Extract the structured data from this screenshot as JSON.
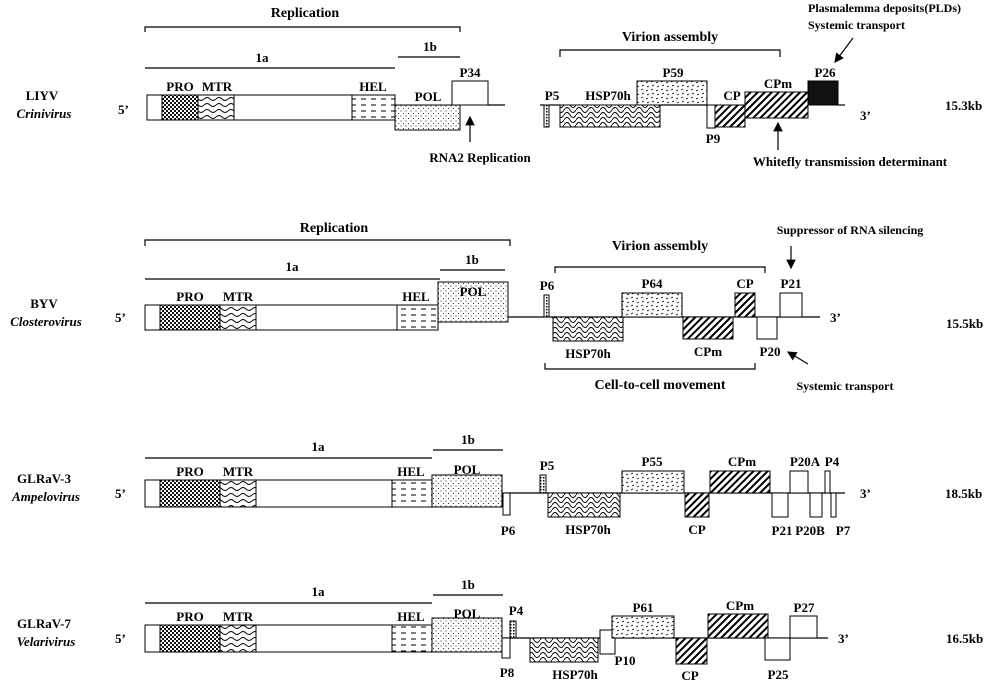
{
  "genomes": [
    {
      "name": "LIYV",
      "genus": "Crinivirus",
      "size": "15.3kb",
      "five_prime": "5’",
      "three_prime": "3’",
      "domains": {
        "pro": "PRO",
        "mtr": "MTR",
        "hel": "HEL",
        "pol": "POL"
      },
      "labels": {
        "replication": "Replication",
        "1a": "1a",
        "1b": "1b",
        "p34": "P34",
        "virion": "Virion assembly",
        "p5": "P5",
        "hsp70h": "HSP70h",
        "p59": "P59",
        "p9": "P9",
        "cp": "CP",
        "cpm": "CPm",
        "p26": "P26"
      },
      "annotations": {
        "pld": "Plasmalemma deposits(PLDs)",
        "systemic": "Systemic transport",
        "rna2": "RNA2 Replication",
        "whitefly": "Whitefly transmission determinant"
      }
    },
    {
      "name": "BYV",
      "genus": "Closterovirus",
      "size": "15.5kb",
      "five_prime": "5’",
      "three_prime": "3’",
      "domains": {
        "pro": "PRO",
        "mtr": "MTR",
        "hel": "HEL",
        "pol": "POL"
      },
      "labels": {
        "replication": "Replication",
        "1a": "1a",
        "1b": "1b",
        "virion": "Virion assembly",
        "p6": "P6",
        "hsp70h": "HSP70h",
        "p64": "P64",
        "cpm": "CPm",
        "cp": "CP",
        "p20": "P20",
        "p21": "P21"
      },
      "annotations": {
        "suppressor": "Suppressor of RNA silencing",
        "systemic": "Systemic transport",
        "cell": "Cell-to-cell movement"
      }
    },
    {
      "name": "GLRaV-3",
      "genus": "Ampelovirus",
      "size": "18.5kb",
      "five_prime": "5’",
      "three_prime": "3’",
      "domains": {
        "pro": "PRO",
        "mtr": "MTR",
        "hel": "HEL",
        "pol": "POL"
      },
      "labels": {
        "1a": "1a",
        "1b": "1b",
        "p6": "P6",
        "p5": "P5",
        "hsp70h": "HSP70h",
        "p55": "P55",
        "cp": "CP",
        "cpm": "CPm",
        "p21": "P21",
        "p20a": "P20A",
        "p20b": "P20B",
        "p4": "P4",
        "p7": "P7"
      }
    },
    {
      "name": "GLRaV-7",
      "genus": "Velarivirus",
      "size": "16.5kb",
      "five_prime": "5’",
      "three_prime": "3’",
      "domains": {
        "pro": "PRO",
        "mtr": "MTR",
        "hel": "HEL",
        "pol": "POL"
      },
      "labels": {
        "1a": "1a",
        "1b": "1b",
        "p8": "P8",
        "p4": "P4",
        "hsp70h": "HSP70h",
        "p10": "P10",
        "p61": "P61",
        "cp": "CP",
        "cpm": "CPm",
        "p25": "P25",
        "p27": "P27"
      }
    }
  ]
}
